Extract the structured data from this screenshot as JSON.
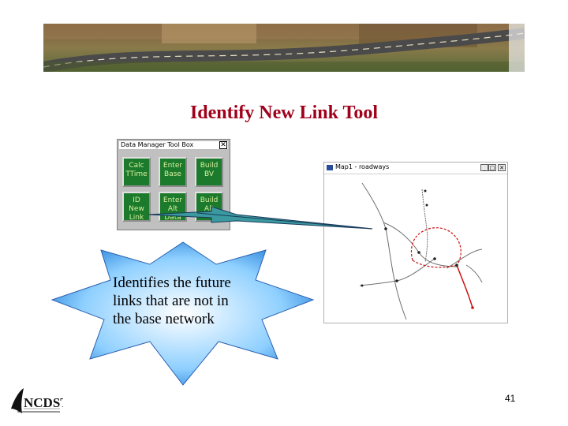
{
  "slide": {
    "title": "Identify New Link Tool",
    "callout_lines": [
      "Identifies the future",
      "links that are not in",
      "the base network"
    ],
    "page_number": "41",
    "logo_text": "NCDST"
  },
  "toolbox": {
    "title": "Data Manager Tool Box",
    "close_label": "✕",
    "buttons": [
      {
        "label1": "Calc",
        "label2": "TTime"
      },
      {
        "label1": "Enter",
        "label2": "Base"
      },
      {
        "label1": "Build",
        "label2": "BV"
      },
      {
        "label1": "ID",
        "label2": "New",
        "label3": "Link"
      },
      {
        "label1": "Enter",
        "label2": "Alt",
        "label3": "Data"
      },
      {
        "label1": "Build",
        "label2": "Alt"
      }
    ]
  },
  "map_window": {
    "title": "Map1 - roadways",
    "minimize": "_",
    "maximize": "□",
    "close": "✕"
  },
  "colors": {
    "title_red": "#a0001a",
    "button_green": "#1c7a2c",
    "star_blue": "#3aa0e8",
    "future_link_red": "#cc1111",
    "arrow_teal": "#3a9aa0"
  }
}
